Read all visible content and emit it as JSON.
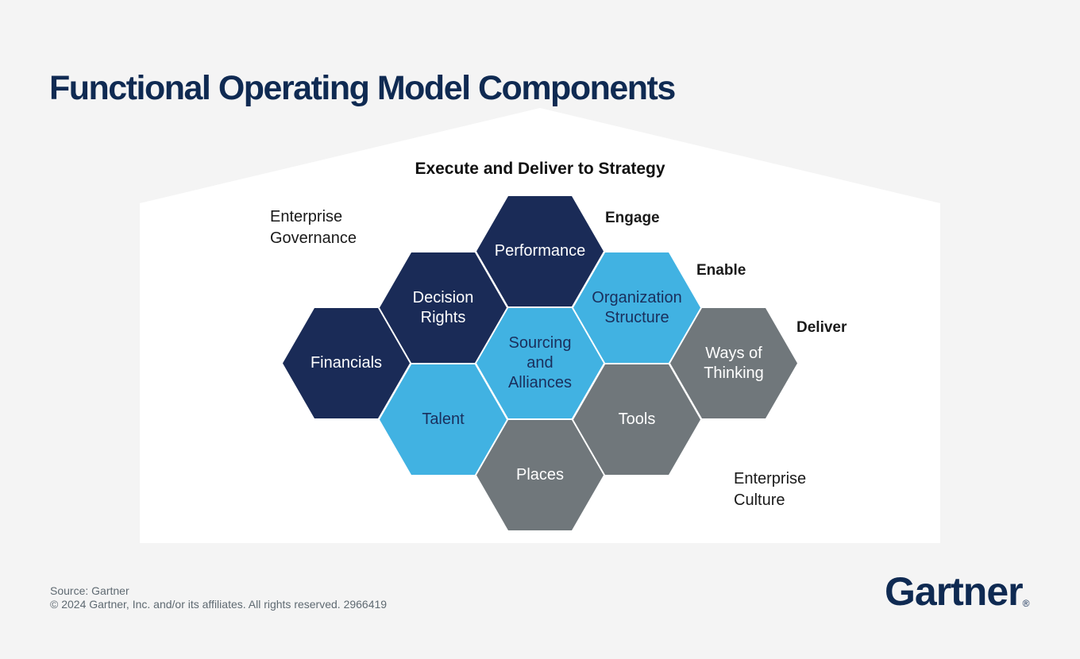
{
  "title": "Functional Operating Model Components",
  "diagram": {
    "strategy_heading": "Execute and Deliver to Strategy",
    "labels": {
      "enterprise_governance": "Enterprise\nGovernance",
      "engage": "Engage",
      "enable": "Enable",
      "deliver": "Deliver",
      "enterprise_culture": "Enterprise\nCulture"
    },
    "hexagons": [
      {
        "id": "performance",
        "label": "Performance",
        "group": "engage",
        "color": "#1a2b57"
      },
      {
        "id": "decision-rights",
        "label": "Decision\nRights",
        "group": "engage",
        "color": "#1a2b57"
      },
      {
        "id": "financials",
        "label": "Financials",
        "group": "engage",
        "color": "#1a2b57"
      },
      {
        "id": "organization-structure",
        "label": "Organization\nStructure",
        "group": "enable",
        "color": "#41b2e2"
      },
      {
        "id": "sourcing-and-alliances",
        "label": "Sourcing\nand\nAlliances",
        "group": "enable",
        "color": "#41b2e2"
      },
      {
        "id": "talent",
        "label": "Talent",
        "group": "enable",
        "color": "#41b2e2"
      },
      {
        "id": "ways-of-thinking",
        "label": "Ways of\nThinking",
        "group": "deliver",
        "color": "#70777b"
      },
      {
        "id": "tools",
        "label": "Tools",
        "group": "deliver",
        "color": "#70777b"
      },
      {
        "id": "places",
        "label": "Places",
        "group": "deliver",
        "color": "#70777b"
      }
    ],
    "colors": {
      "navy": "#1a2b57",
      "blue": "#41b2e2",
      "gray": "#70777b",
      "navy_text_on_blue": "#1a2f5c",
      "white_text": "#ffffff",
      "page_background": "#f4f4f4",
      "house_background": "#ffffff",
      "title": "#0f2a52"
    }
  },
  "footer": {
    "source": "Source: Gartner",
    "copyright": "© 2024 Gartner, Inc. and/or its affiliates. All rights reserved. 2966419",
    "logo_text": "Gartner",
    "logo_registered": "®"
  }
}
